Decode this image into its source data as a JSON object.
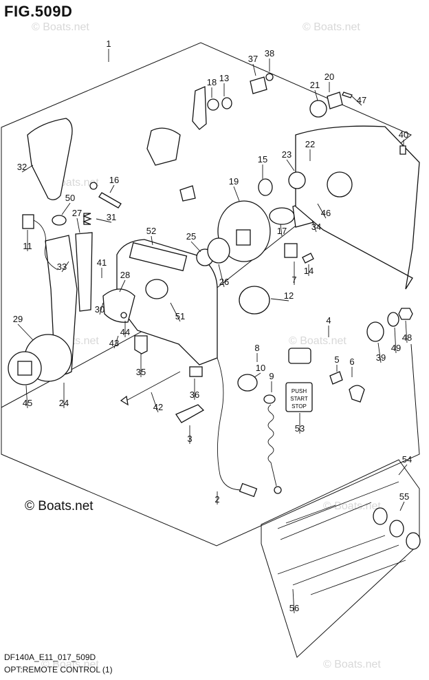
{
  "figure": {
    "title": "FIG.509D",
    "code": "DF140A_E11_017_509D",
    "caption": "OPT:REMOTE CONTROL (1)"
  },
  "copyright": "© Boats.net",
  "watermark": "© Boats.net",
  "push_button": {
    "line1": "PUSH",
    "line2": "START",
    "line3": "STOP"
  },
  "callouts": [
    "1",
    "2",
    "3",
    "4",
    "5",
    "6",
    "7",
    "8",
    "9",
    "10",
    "11",
    "12",
    "13",
    "14",
    "15",
    "16",
    "17",
    "18",
    "19",
    "20",
    "21",
    "22",
    "23",
    "24",
    "25",
    "26",
    "27",
    "28",
    "29",
    "30",
    "31",
    "32",
    "33",
    "34",
    "35",
    "36",
    "37",
    "38",
    "39",
    "40",
    "41",
    "42",
    "43",
    "44",
    "45",
    "46",
    "47",
    "48",
    "49",
    "50",
    "51",
    "52",
    "53",
    "54",
    "55",
    "56"
  ]
}
